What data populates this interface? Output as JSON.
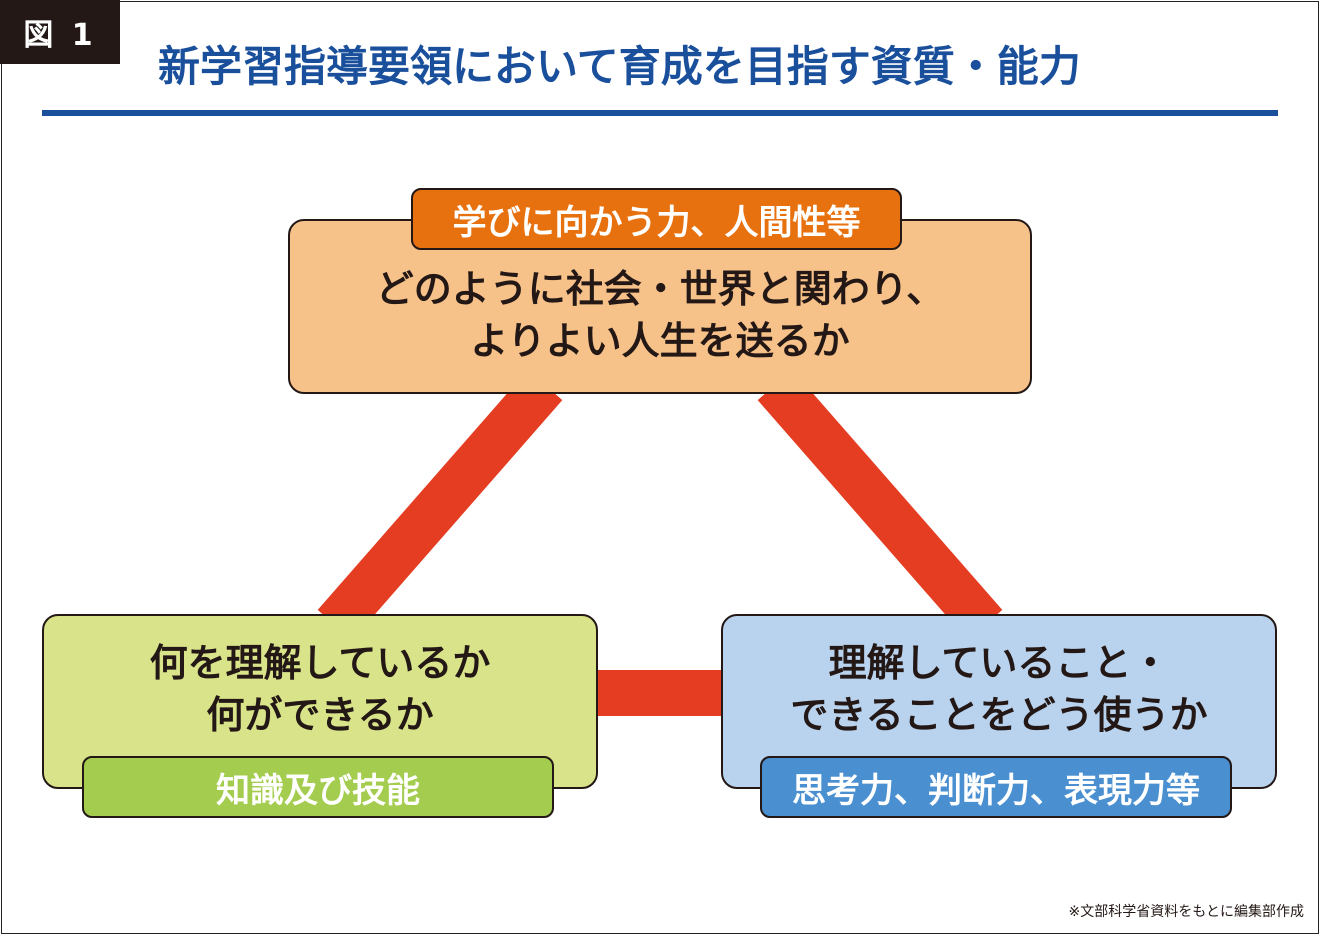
{
  "figure_label": "図 1",
  "title": "新学習指導要領において育成を目指す資質・能力",
  "colors": {
    "title_blue": "#1a4f9c",
    "connector_red": "#e53d22",
    "top_box": "#f7c28a",
    "top_tag": "#e8710f",
    "left_box": "#d9e48a",
    "left_tag": "#a4cc4e",
    "right_box": "#b9d3ee",
    "right_tag": "#4a8fd0"
  },
  "nodes": {
    "top": {
      "tag": "学びに向かう力、人間性等",
      "line1": "どのように社会・世界と関わり、",
      "line2": "よりよい人生を送るか"
    },
    "left": {
      "tag": "知識及び技能",
      "line1": "何を理解しているか",
      "line2": "何ができるか"
    },
    "right": {
      "tag": "思考力、判断力、表現力等",
      "line1": "理解していること・",
      "line2": "できることをどう使うか"
    }
  },
  "source_note": "※文部科学省資料をもとに編集部作成"
}
